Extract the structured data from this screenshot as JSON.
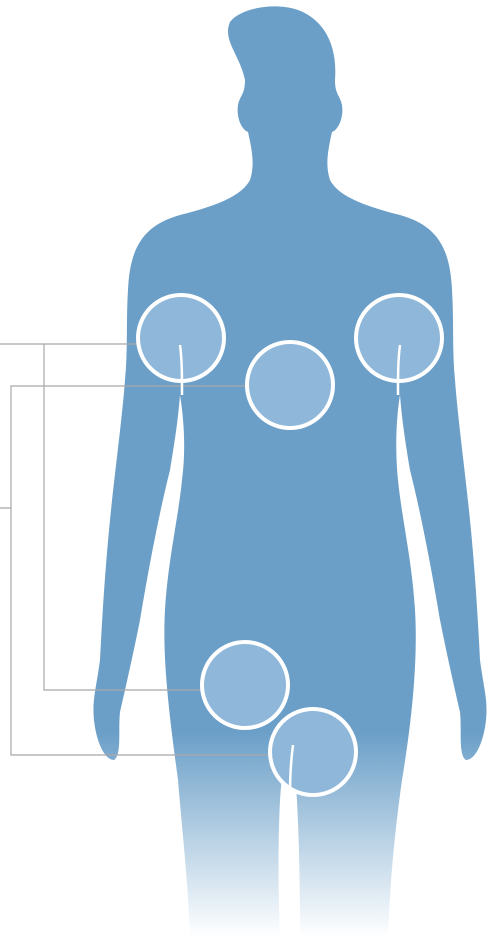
{
  "figure": {
    "description_shown": false,
    "colors": {
      "body": "#6b9fc8",
      "circle_fill": "#8fb7d9",
      "circle_stroke": "#ffffff",
      "leader_line": "#a8a8a8",
      "background": "#ffffff"
    },
    "icons": [
      "body-silhouette-icon"
    ],
    "markers": [
      {
        "name": "right-shoulder-marker"
      },
      {
        "name": "chest-center-marker"
      },
      {
        "name": "left-shoulder-marker"
      },
      {
        "name": "lower-abdomen-marker"
      },
      {
        "name": "hip-marker"
      }
    ]
  }
}
